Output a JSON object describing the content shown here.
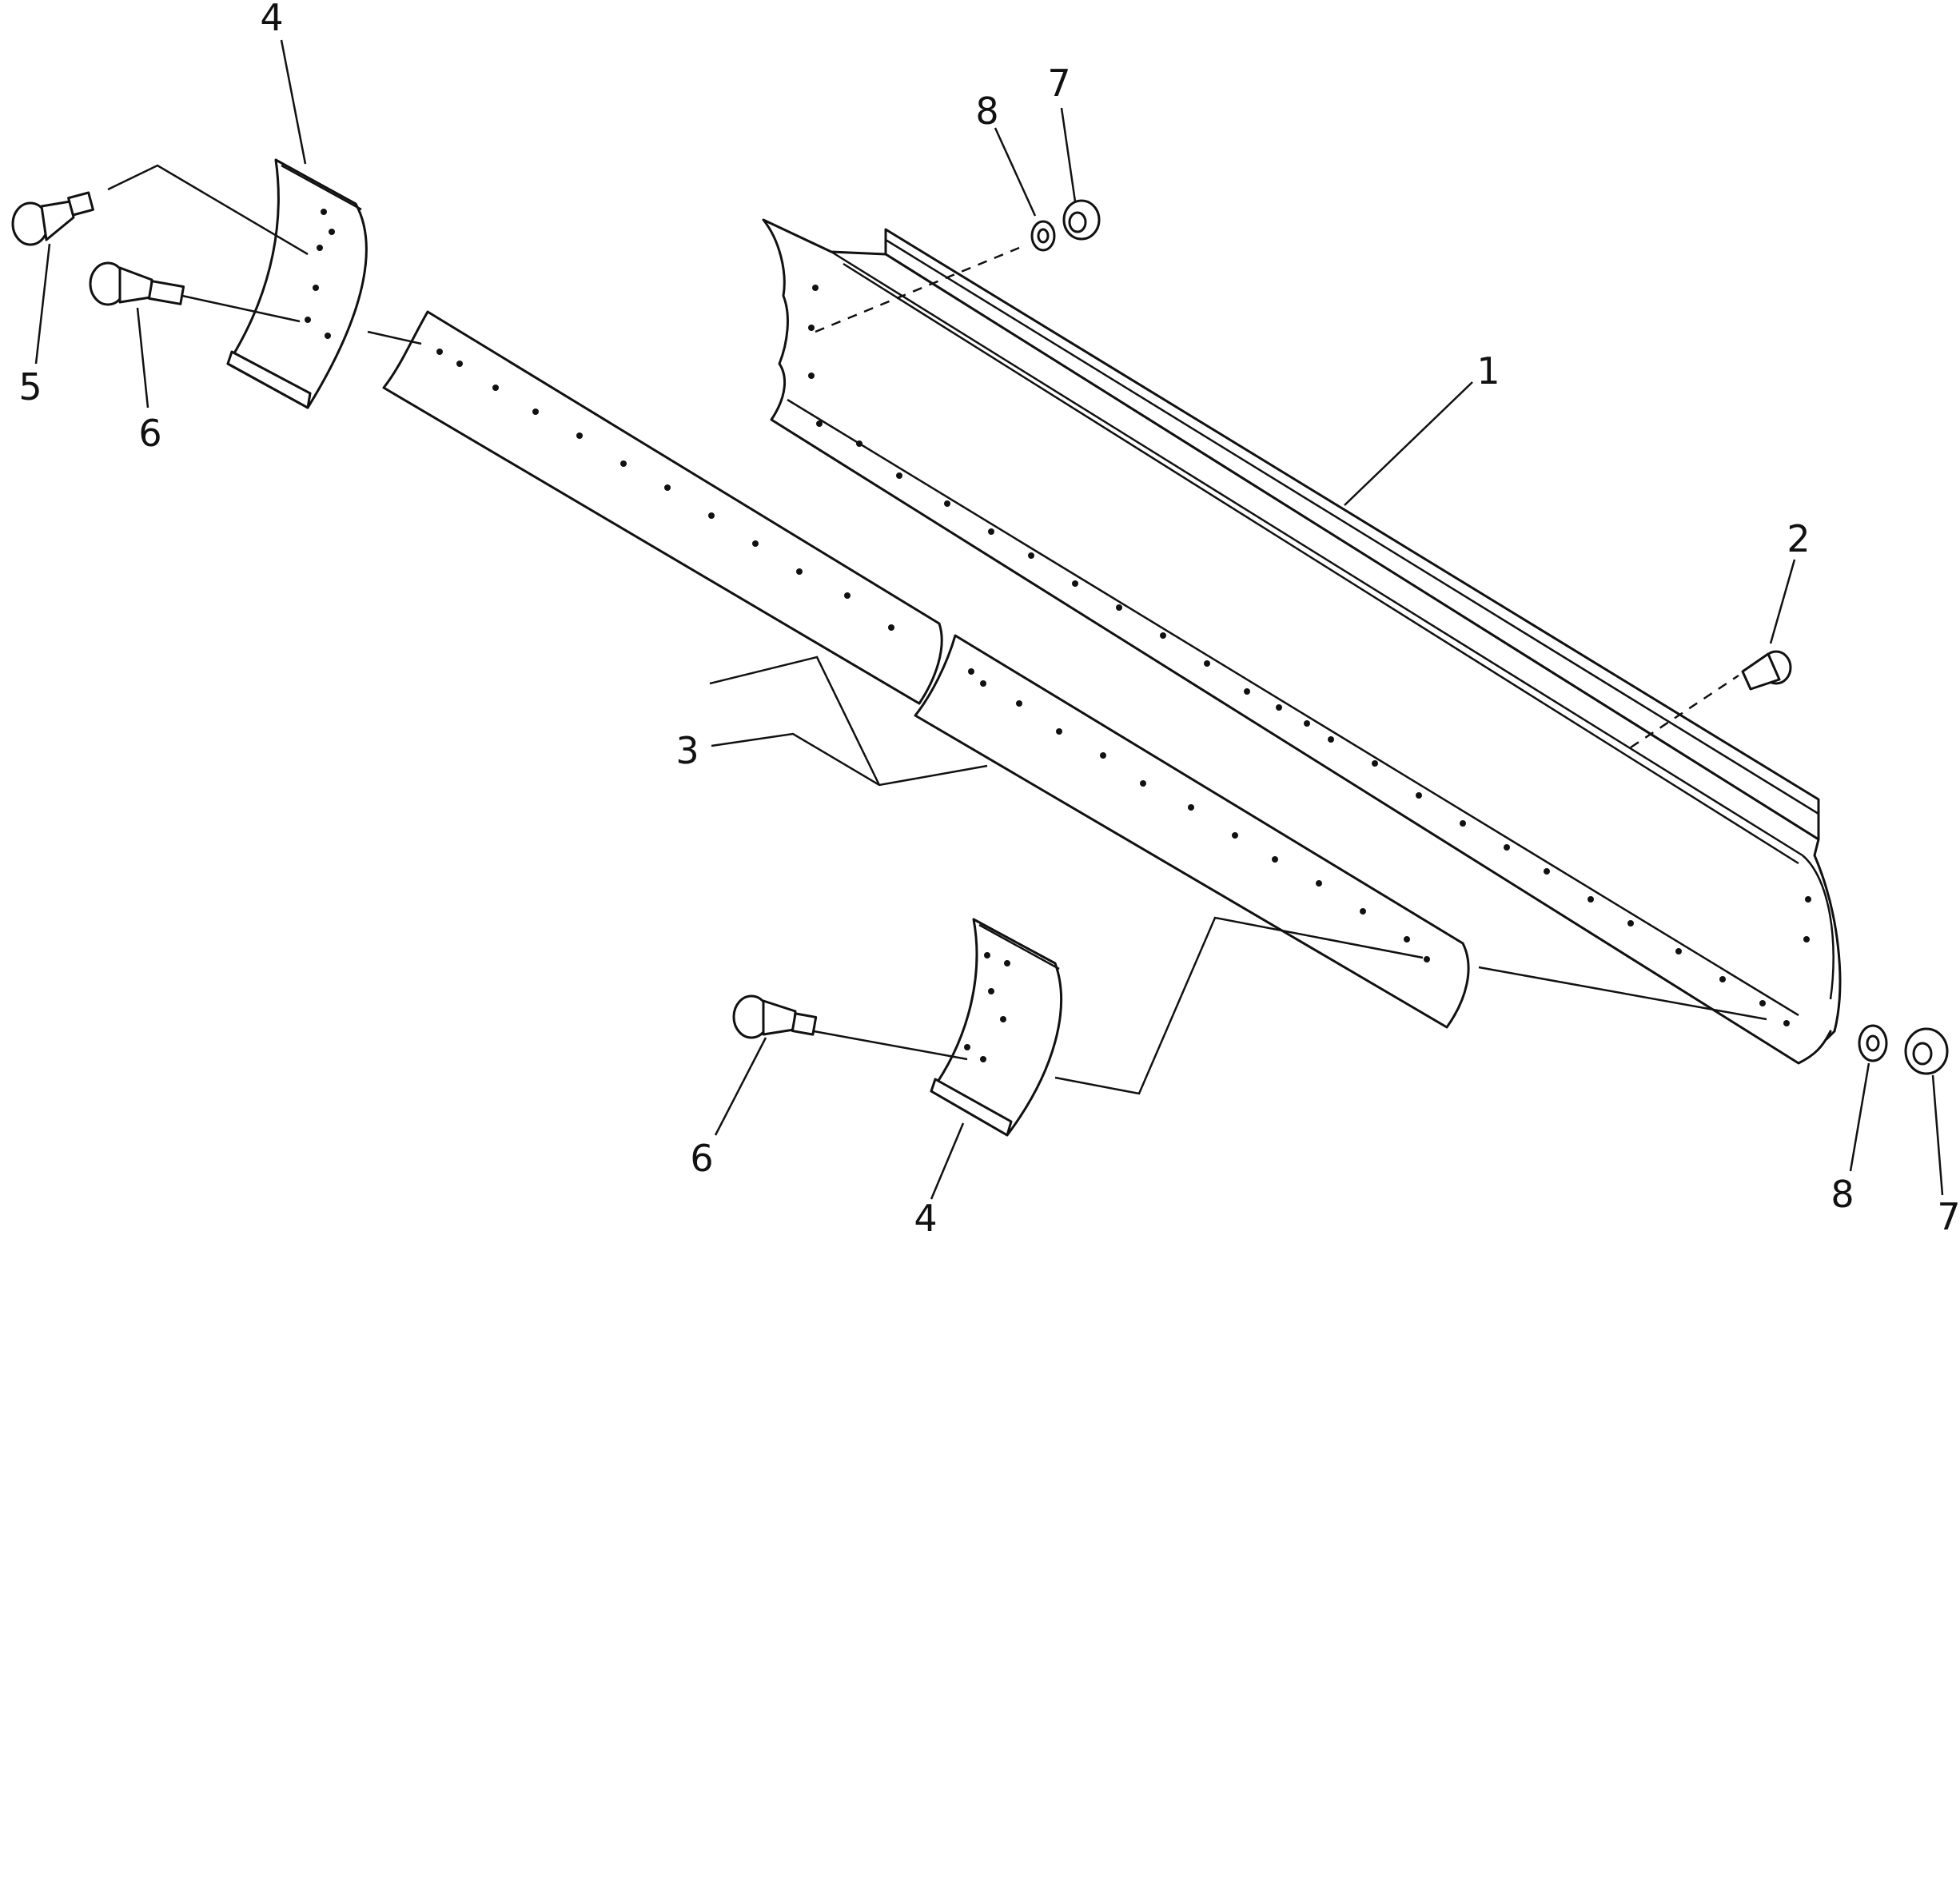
{
  "diagram": {
    "callouts": {
      "blade": "1",
      "plug": "2",
      "cutting_edge": "3",
      "end_bit_left": "4",
      "end_bit_right": "4",
      "bolt_5": "5",
      "bolt_6_left": "6",
      "bolt_6_right": "6",
      "nut_top": "7",
      "nut_bottom": "7",
      "washer_top": "8",
      "washer_bottom": "8"
    },
    "colors": {
      "line": "#111111",
      "background": "#ffffff"
    }
  }
}
